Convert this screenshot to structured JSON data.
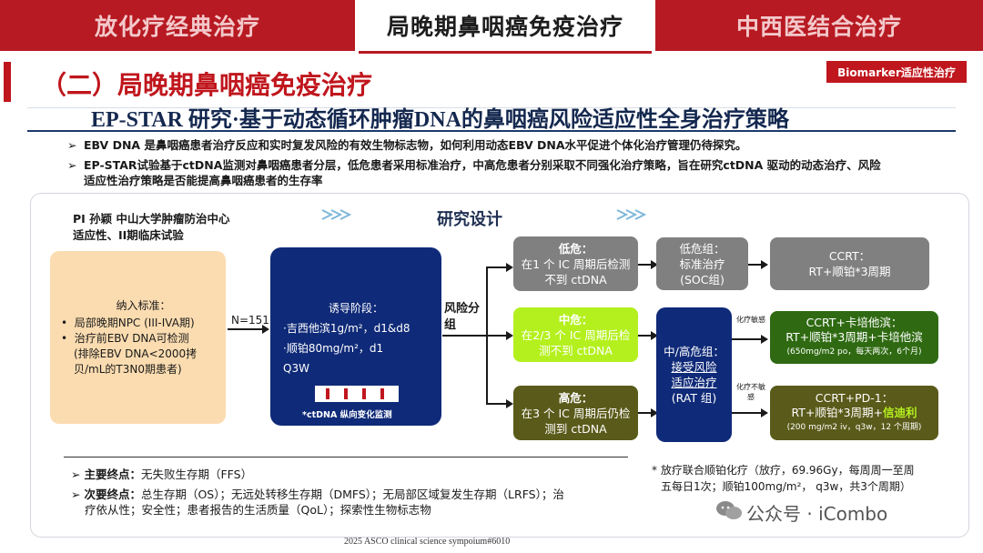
{
  "tabs": [
    {
      "label": "放化疗经典治疗"
    },
    {
      "label": "局晚期鼻咽癌免疫治疗"
    },
    {
      "label": "中西医结合治疗"
    }
  ],
  "section_title": "（二）局晚期鼻咽癌免疫治疗",
  "badge": "Biomarker适应性治疗",
  "main_title": "EP-STAR 研究·基于动态循环肿瘤DNA的鼻咽癌风险适应性全身治疗策略",
  "bullets": [
    "EBV DNA 是鼻咽癌患者治疗反应和实时复发风险的有效生物标志物，如何利用动态EBV DNA水平促进个体化治疗管理仍待探究。",
    "EP-STAR试验基于ctDNA监测对鼻咽癌患者分层，低危患者采用标准治疗，中高危患者分别采取不同强化治疗策略，旨在研究ctDNA 驱动的动态治疗、风险",
    "适应性治疗策略是否能提高鼻咽癌患者的生存率"
  ],
  "pi": {
    "line1": "PI 孙颖 中山大学肿瘤防治中心",
    "line2": "适应性、II期临床试验"
  },
  "design_title": "研究设计",
  "inclusion": {
    "title": "纳入标准：",
    "items": [
      "局部晚期NPC (III-IVA期)",
      "治疗前EBV DNA可检测",
      "(排除EBV DNA<2000拷",
      "贝/mL的T3N0期患者)"
    ]
  },
  "n_label": "N=151",
  "induction": {
    "title": "诱导阶段：",
    "l1": "·吉西他滨1g/m²，d1&d8",
    "l2": "·顺铂80mg/m²，d1",
    "l3": "Q3W",
    "monitor": "*ctDNA 纵向变化监测"
  },
  "risk_label": "风险分组",
  "low": {
    "title": "低危：",
    "text": "在1 个 IC 周期后检测不到 ctDNA"
  },
  "mid": {
    "title": "中危：",
    "text": "在2/3 个 IC 周期后检测不到 ctDNA"
  },
  "high": {
    "title": "高危：",
    "text": "在3 个 IC 周期后仍检测到 ctDNA"
  },
  "low_group": {
    "title": "低危组：",
    "text": "标准治疗",
    "sub": "(SOC组)"
  },
  "rat_group": {
    "l1": "中/高危组：",
    "l2": "接受风险",
    "l3": "适应治疗",
    "l4": "(RAT 组)"
  },
  "sens": "化疗敏感",
  "insens": "化疗不敏感",
  "arm_low": {
    "l1": "CCRT：",
    "l2": "RT+顺铂*3周期"
  },
  "arm_mid": {
    "l1": "CCRT+卡培他滨：",
    "l2": "RT+顺铂*3周期+卡培他滨",
    "l3": "(650mg/m2 po，每天两次，6个月)"
  },
  "arm_high": {
    "l1": "CCRT+PD-1：",
    "l2a": "RT+顺铂*3周期+",
    "l2b": "信迪利",
    "l3": "(200 mg/m2 iv，q3w，12 个周期)"
  },
  "endpoints": {
    "primary_label": "主要终点：",
    "primary": "无失败生存期（FFS）",
    "secondary_label": "次要终点：",
    "secondary1": "总生存期（OS）；无远处转移生存期（DMFS）；无局部区域复发生存期（LRFS）；治",
    "secondary2": "疗依从性；安全性；患者报告的生活质量（QoL）；探索性生物标志物"
  },
  "footnote1": "* 放疗联合顺铂化疗（放疗，69.96Gy，每周周一至周",
  "footnote2": "五每日1次；顺铂100mg/m²，  q3w，共3个周期）",
  "watermark": "公众号 · iCombo",
  "citation": "2025 ASCO clinical science sympoium#6010",
  "colors": {
    "red": "#b71a22",
    "navy": "#0f2a78",
    "grey": "#808080",
    "green": "#2f6a12",
    "lime": "#b4f01e",
    "olive": "#5a5a1a",
    "peach": "#fbdcb0"
  }
}
